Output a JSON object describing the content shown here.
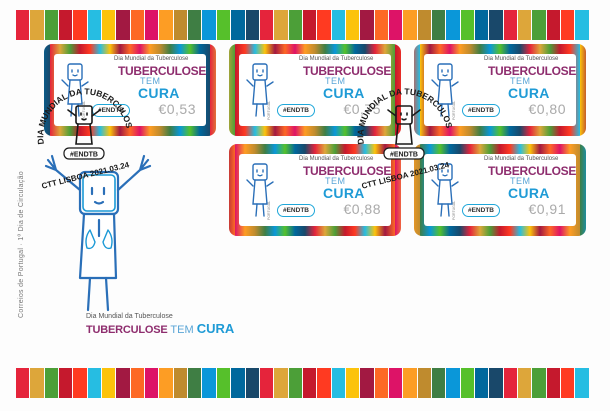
{
  "cover": {
    "side_text": "Correios de Portugal · 1º Dia de Circulação",
    "bottom_subtitle": "Dia Mundial da Tuberculose",
    "bottom_title_a": "TUBERCULOSE",
    "bottom_title_b": "TEM",
    "bottom_title_c": "CURA",
    "stripe_colors": [
      "#e5243b",
      "#dda63a",
      "#4c9f38",
      "#c5192d",
      "#ff3a21",
      "#26bde2",
      "#fcc30b",
      "#a21942",
      "#fd6925",
      "#dd1367",
      "#fd9d24",
      "#bf8b2e",
      "#3f7e44",
      "#0a97d9",
      "#56c02b",
      "#00689d",
      "#19486a",
      "#e5243b",
      "#dda63a",
      "#4c9f38",
      "#c5192d",
      "#ff3a21",
      "#26bde2",
      "#fcc30b",
      "#a21942",
      "#fd6925",
      "#dd1367",
      "#fd9d24",
      "#bf8b2e",
      "#3f7e44",
      "#0a97d9",
      "#56c02b",
      "#00689d",
      "#19486a",
      "#e5243b",
      "#dda63a",
      "#4c9f38",
      "#c5192d",
      "#ff3a21",
      "#26bde2"
    ]
  },
  "stamp_text": {
    "subtitle": "Dia Mundial da Tuberculose",
    "line1": "TUBERCULOSE",
    "line2": "TEM",
    "line3": "CURA",
    "hashtag": "#ENDTB",
    "country": "PORTUGAL"
  },
  "stamps": [
    {
      "value": "€0,53"
    },
    {
      "value": "€0,75"
    },
    {
      "value": "€0,80"
    },
    {
      "value": "€0,88"
    },
    {
      "value": "€0,91"
    }
  ],
  "postmark": {
    "arc_text": "DIA MUNDIAL DA TUBERCULOSE",
    "hashtag": "#ENDTB",
    "place_date": "CTT LISBOA 2021.03.24"
  },
  "colors": {
    "purple": "#8e2d6e",
    "blue": "#1f9bd6",
    "light_blue": "#5aa5d6"
  }
}
